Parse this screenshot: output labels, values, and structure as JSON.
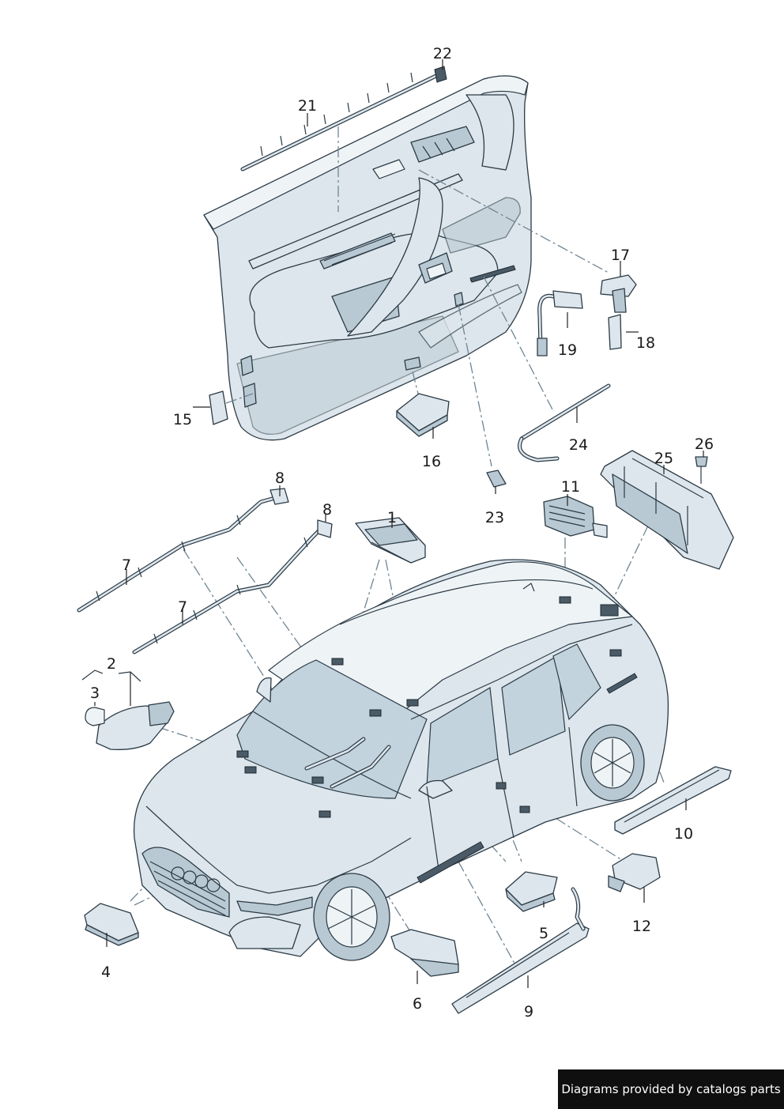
{
  "labels": {
    "p1": "1",
    "p2": "2",
    "p3": "3",
    "p4": "4",
    "p5": "5",
    "p6": "6",
    "p7a": "7",
    "p7b": "7",
    "p8a": "8",
    "p8b": "8",
    "p9": "9",
    "p10": "10",
    "p11": "11",
    "p12": "12",
    "p15": "15",
    "p16": "16",
    "p17": "17",
    "p18": "18",
    "p19": "19",
    "p21": "21",
    "p22": "22",
    "p23": "23",
    "p24": "24",
    "p25": "25",
    "p26": "26"
  },
  "footer": {
    "text": "Diagrams provided by catalogs parts"
  }
}
